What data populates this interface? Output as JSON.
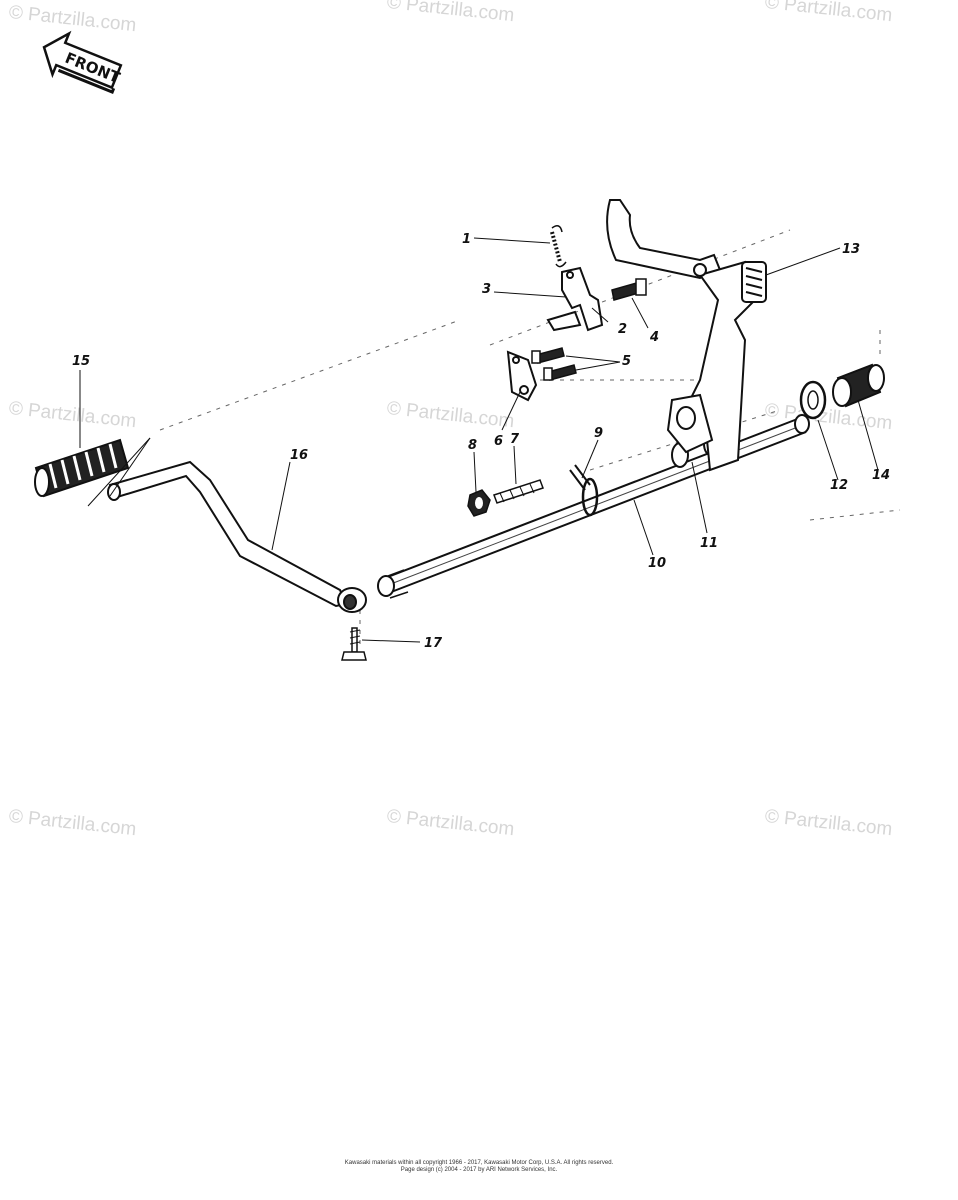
{
  "watermark": "© Partzilla.com",
  "front_label": "FRONT",
  "callouts": [
    "1",
    "2",
    "3",
    "4",
    "5",
    "6",
    "7",
    "8",
    "9",
    "10",
    "11",
    "12",
    "13",
    "14",
    "15",
    "16",
    "17"
  ],
  "copyright_line1": "Kawasaki materials within all copyright 1966 - 2017, Kawasaki Motor Corp, U.S.A.  All rights reserved.",
  "copyright_line2": "Page design (c) 2004 - 2017 by ARI Network Services, Inc."
}
